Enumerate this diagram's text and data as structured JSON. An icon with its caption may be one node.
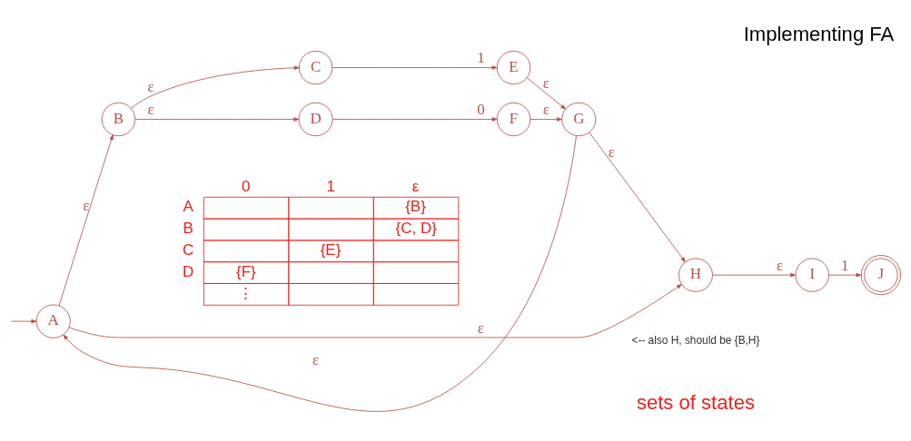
{
  "diagram": {
    "title": "Implementing FA",
    "nodes": [
      {
        "text": [
          "A"
        ]
      },
      {
        "text": [
          "B"
        ]
      },
      {
        "text": [
          "C"
        ]
      },
      {
        "text": [
          "D"
        ]
      },
      {
        "text": [
          "E"
        ]
      },
      {
        "text": [
          "F"
        ]
      },
      {
        "text": [
          "G"
        ]
      },
      {
        "text": [
          "H"
        ]
      },
      {
        "text": [
          "I"
        ]
      },
      {
        "text": [
          "J"
        ]
      }
    ],
    "edges": [
      {
        "from": null,
        "to": 0,
        "arrow": "to"
      },
      {
        "from": 0,
        "to": 1,
        "arrow": "to",
        "label": "ε"
      },
      {
        "from": 1,
        "to": 2,
        "arrow": "to",
        "label": "ε"
      },
      {
        "from": 1,
        "to": 3,
        "arrow": "to",
        "label": "ε"
      },
      {
        "from": 2,
        "to": 4,
        "arrow": "to",
        "label": "1"
      },
      {
        "from": 3,
        "to": 5,
        "arrow": "to",
        "label": "0"
      },
      {
        "from": 4,
        "to": 6,
        "arrow": "to",
        "label": "ε"
      },
      {
        "from": 5,
        "to": 6,
        "arrow": "to",
        "label": "ε"
      },
      {
        "from": 6,
        "to": 0,
        "arrow": "to",
        "label": "ε"
      },
      {
        "from": 6,
        "to": 7,
        "arrow": "to",
        "label": "ε"
      },
      {
        "from": 0,
        "to": 7,
        "arrow": "to",
        "label": "ε"
      },
      {
        "from": 7,
        "to": 8,
        "arrow": "to",
        "label": "ε"
      },
      {
        "from": 8,
        "to": 9,
        "arrow": "to",
        "label": "1"
      }
    ],
    "labels": [
      "0",
      "1",
      "ε",
      "A",
      "{B}",
      "B",
      "{C, D}",
      "C",
      "{E}",
      "D",
      "{F}",
      "⋮",
      "<-- also H, should be {B,H}",
      "sets of states"
    ]
  }
}
